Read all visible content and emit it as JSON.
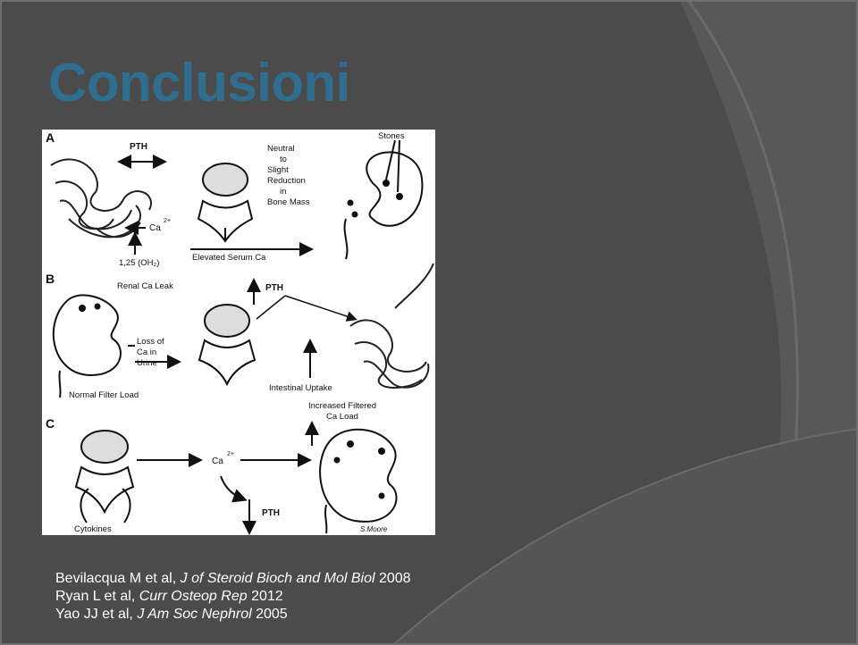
{
  "slide": {
    "title": "Conclusioni"
  },
  "figure": {
    "panel_a": {
      "letter": "A",
      "pth": "PTH",
      "bone_note": [
        "Neutral",
        "to",
        "Slight",
        "Reduction",
        "in",
        "Bone Mass"
      ],
      "stones": "Stones",
      "ca": "Ca",
      "ca_sup": "2+",
      "vitd": "1,25 (OH₂)",
      "serum": "Elevated Serum Ca"
    },
    "panel_b": {
      "letter": "B",
      "leak": "Renal Ca Leak",
      "pth": "PTH",
      "loss": [
        "Loss of",
        "Ca in",
        "Urine"
      ],
      "filter": "Normal Filter Load",
      "intestinal": "Intestinal Uptake"
    },
    "panel_c": {
      "letter": "C",
      "increased": [
        "Increased Filtered",
        "Ca Load"
      ],
      "ca": "Ca",
      "ca_sup": "2+",
      "pth": "PTH",
      "cytokines": "Cytokines",
      "signature": "S.Moore"
    }
  },
  "references": [
    {
      "authors": "Bevilacqua M et al, ",
      "journal": "J of Steroid Bioch and Mol Biol",
      "year": " 2008"
    },
    {
      "authors": "Ryan L et al, ",
      "journal": "Curr Osteop Rep",
      "year": " 2012"
    },
    {
      "authors": "Yao JJ et al, ",
      "journal": "J Am Soc Nephrol",
      "year": " 2005"
    }
  ]
}
